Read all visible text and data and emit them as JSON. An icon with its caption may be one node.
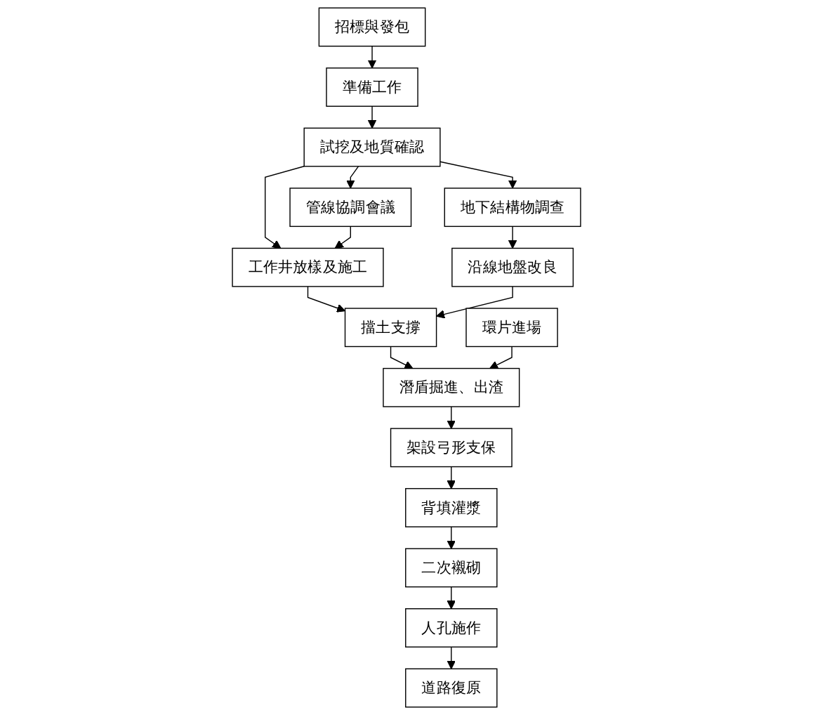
{
  "diagram": {
    "nodes": [
      {
        "text": [
          "招標與發包"
        ]
      },
      {
        "text": [
          "準備工作"
        ]
      },
      {
        "text": [
          "管線協調會議"
        ]
      },
      {
        "text": [
          "試挖及地質確認"
        ]
      },
      {
        "text": [
          "地下結構物調查"
        ]
      },
      {
        "text": [
          "工作井放樣及施工"
        ]
      },
      {
        "text": [
          "沿線地盤改良"
        ]
      },
      {
        "text": [
          "擋土支撐"
        ]
      },
      {
        "text": [
          "環片進場"
        ]
      },
      {
        "text": [
          "潛盾掘進、出渣"
        ]
      },
      {
        "text": [
          "架設弓形支保"
        ]
      },
      {
        "text": [
          "背填灌漿"
        ]
      },
      {
        "text": [
          "二次襯砌"
        ]
      },
      {
        "text": [
          "人孔施作"
        ]
      },
      {
        "text": [
          "道路復原"
        ]
      }
    ],
    "edges": [
      {
        "from": 0,
        "to": 1,
        "arrow": "to"
      },
      {
        "from": 1,
        "to": 3,
        "arrow": "to"
      },
      {
        "from": 3,
        "to": 2,
        "arrow": "to"
      },
      {
        "from": 3,
        "to": 4,
        "arrow": "to"
      },
      {
        "from": 3,
        "to": 5,
        "arrow": "to"
      },
      {
        "from": 2,
        "to": 5,
        "arrow": "to"
      },
      {
        "from": 4,
        "to": 6,
        "arrow": "to"
      },
      {
        "from": 5,
        "to": 7,
        "arrow": "to"
      },
      {
        "from": 6,
        "to": 7,
        "arrow": "to"
      },
      {
        "from": 7,
        "to": 9,
        "arrow": "to"
      },
      {
        "from": 8,
        "to": 9,
        "arrow": "to"
      },
      {
        "from": 9,
        "to": 10,
        "arrow": "to"
      },
      {
        "from": 10,
        "to": 11,
        "arrow": "to"
      },
      {
        "from": 11,
        "to": 12,
        "arrow": "to"
      },
      {
        "from": 12,
        "to": 13,
        "arrow": "to"
      },
      {
        "from": 13,
        "to": 14,
        "arrow": "to"
      }
    ]
  }
}
